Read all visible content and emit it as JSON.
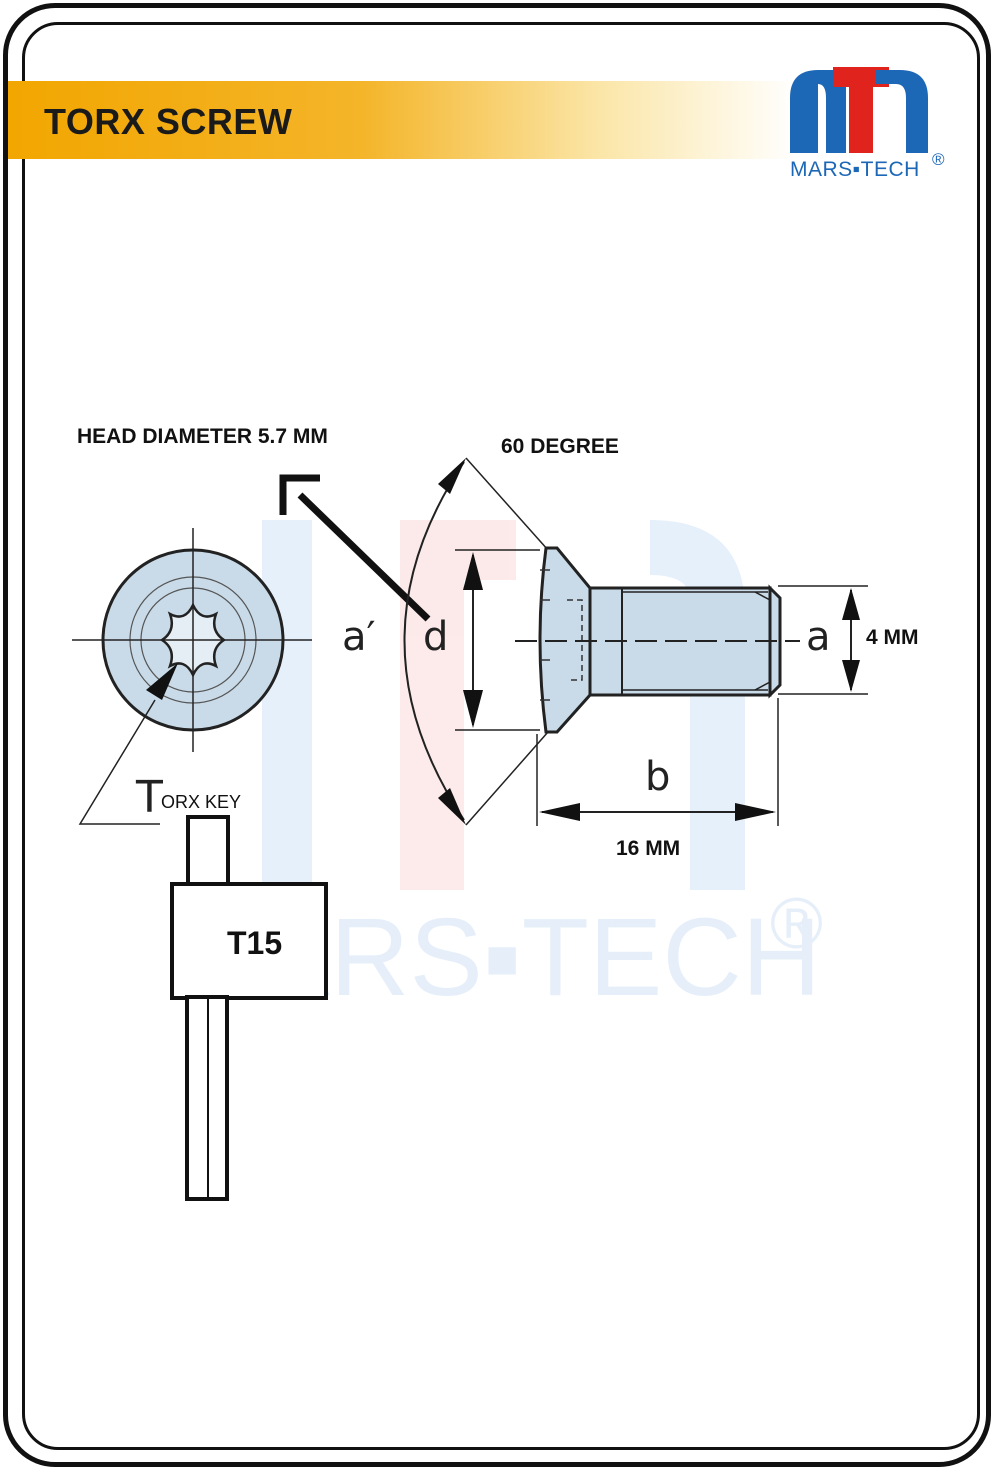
{
  "header": {
    "title": "TORX SCREW",
    "logo_text": "MARS▪TECH",
    "logo_registered": "®",
    "brand_colors": {
      "blue": "#1d67b7",
      "red": "#e0231c",
      "gold": "#f2a600"
    }
  },
  "watermark": {
    "text": "MARS▪TECH",
    "registered": "®"
  },
  "diagram": {
    "head_diameter_label": "HEAD DIAMETER 5.7 MM",
    "angle_label": "60 DEGREE",
    "symbol_a_prime": "a′",
    "symbol_d": "d",
    "symbol_a": "a",
    "thread_label": "4 MM",
    "symbol_b": "b",
    "length_label": "16 MM",
    "torx_key_initial": "T",
    "torx_key_rest": "ORX KEY",
    "key_size": "T15"
  }
}
